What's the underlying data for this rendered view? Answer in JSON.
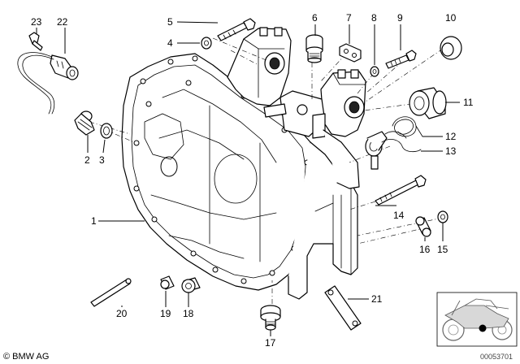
{
  "callouts": [
    {
      "id": "c1",
      "text": "1"
    },
    {
      "id": "c2",
      "text": "2"
    },
    {
      "id": "c3",
      "text": "3"
    },
    {
      "id": "c4",
      "text": "4"
    },
    {
      "id": "c5",
      "text": "5"
    },
    {
      "id": "c6",
      "text": "6"
    },
    {
      "id": "c7",
      "text": "7"
    },
    {
      "id": "c8",
      "text": "8"
    },
    {
      "id": "c9",
      "text": "9"
    },
    {
      "id": "c10",
      "text": "10"
    },
    {
      "id": "c11",
      "text": "11"
    },
    {
      "id": "c12",
      "text": "12"
    },
    {
      "id": "c13",
      "text": "13"
    },
    {
      "id": "c14",
      "text": "14"
    },
    {
      "id": "c15",
      "text": "15"
    },
    {
      "id": "c16",
      "text": "16"
    },
    {
      "id": "c17",
      "text": "17"
    },
    {
      "id": "c18",
      "text": "18"
    },
    {
      "id": "c19",
      "text": "19"
    },
    {
      "id": "c20",
      "text": "20"
    },
    {
      "id": "c21",
      "text": "21"
    },
    {
      "id": "c22",
      "text": "22"
    },
    {
      "id": "c23",
      "text": "23"
    }
  ],
  "footer": {
    "copyright": "© BMW AG",
    "diagram_number": "00053701"
  }
}
